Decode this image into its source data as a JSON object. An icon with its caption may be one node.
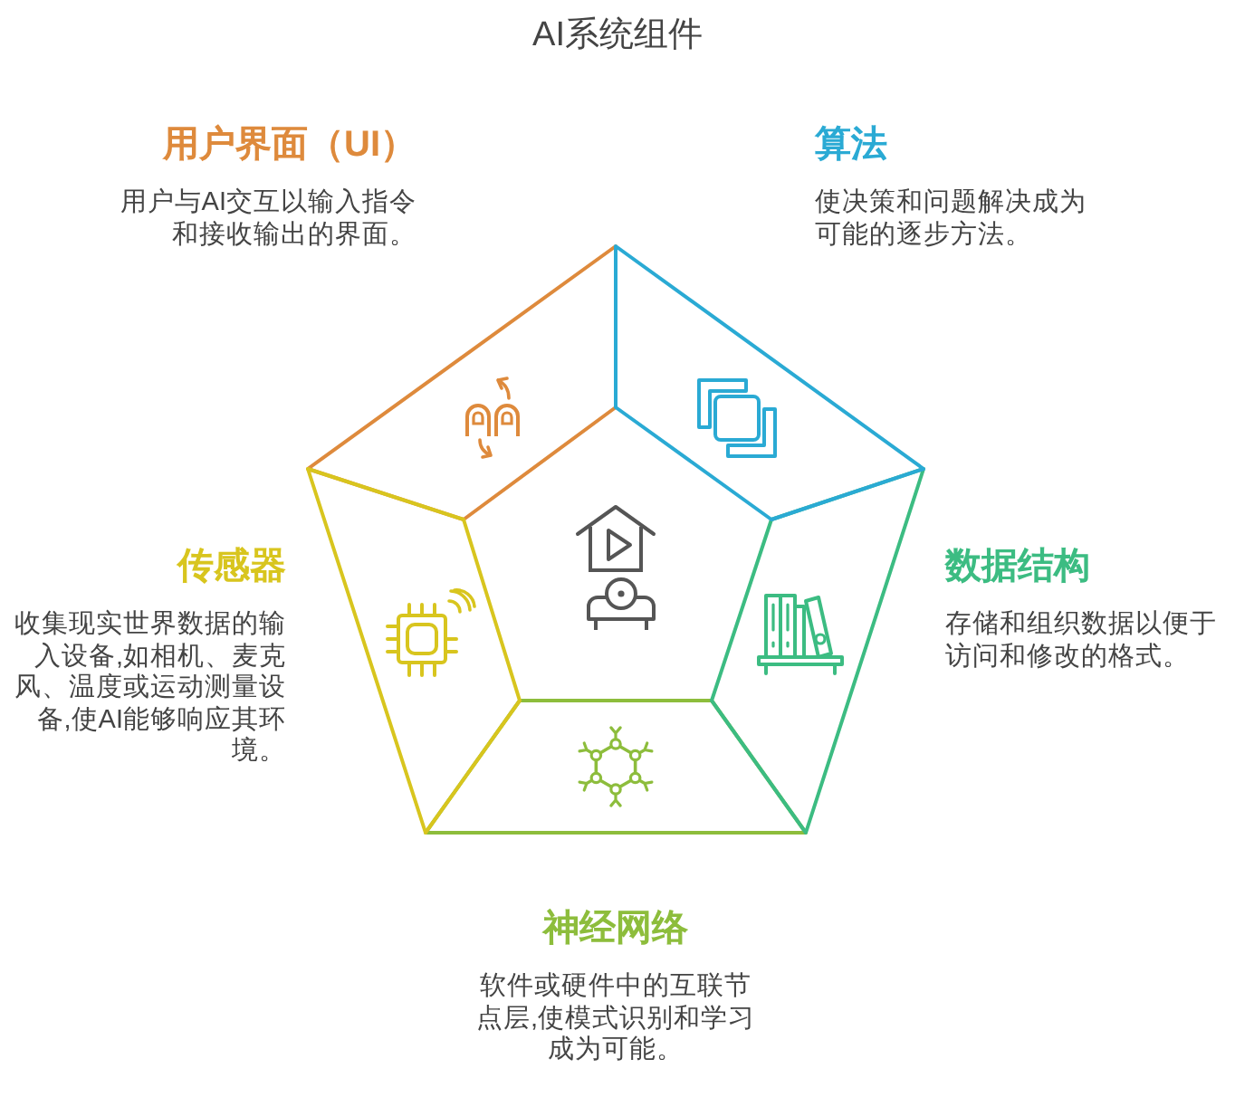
{
  "diagram": {
    "title": "AI系统组件",
    "nodes": [
      {
        "text": [
          "用户界面（UI）",
          "用户与AI交互以输入指令和接收输出的界面。"
        ]
      },
      {
        "text": [
          "算法",
          "使决策和问题解决成为可能的逐步方法。"
        ]
      },
      {
        "text": [
          "传感器",
          "收集现实世界数据的输入设备,如相机、麦克风、温度或运动测量设备,使AI能够响应其环境。"
        ]
      },
      {
        "text": [
          "数据结构",
          "存储和组织数据以便于访问和修改的格式。"
        ]
      },
      {
        "text": [
          "神经网络",
          "软件或硬件中的互联节点层,使模式识别和学习成为可能。"
        ]
      }
    ]
  }
}
